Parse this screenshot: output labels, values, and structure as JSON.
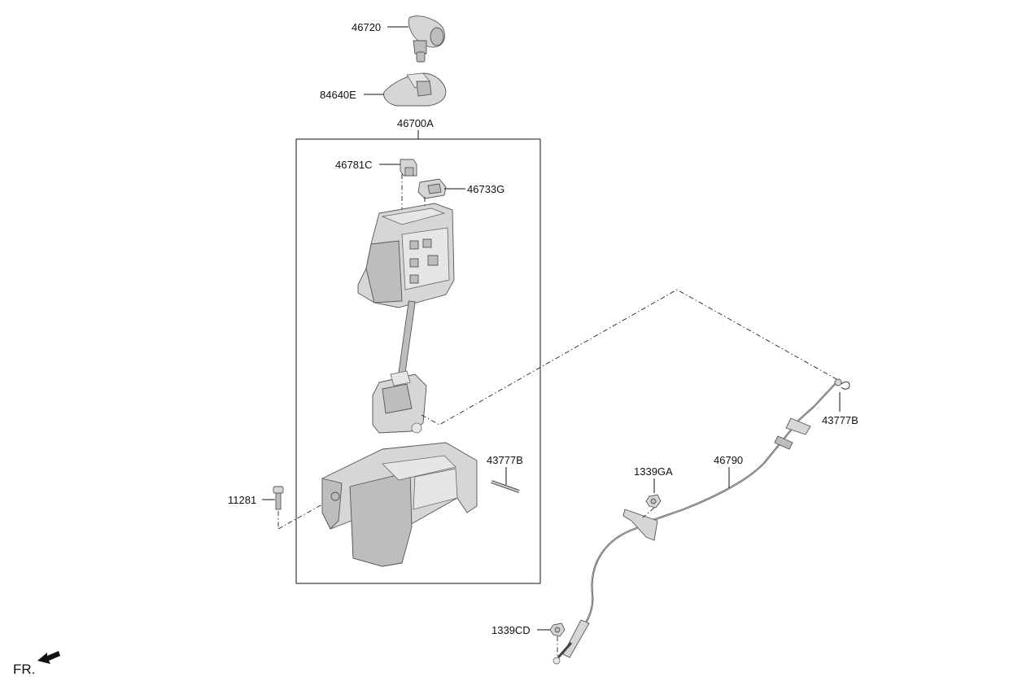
{
  "parts": {
    "p46720": "46720",
    "p84640E": "84640E",
    "p46700A": "46700A",
    "p46781C": "46781C",
    "p46733G": "46733G",
    "p43777B_upper": "43777B",
    "p11281": "11281",
    "p1339GA": "1339GA",
    "p46790": "46790",
    "p43777B_right": "43777B",
    "p1339CD": "1339CD"
  },
  "direction_marker": {
    "label": "FR.",
    "icon": "front-arrow-icon"
  }
}
